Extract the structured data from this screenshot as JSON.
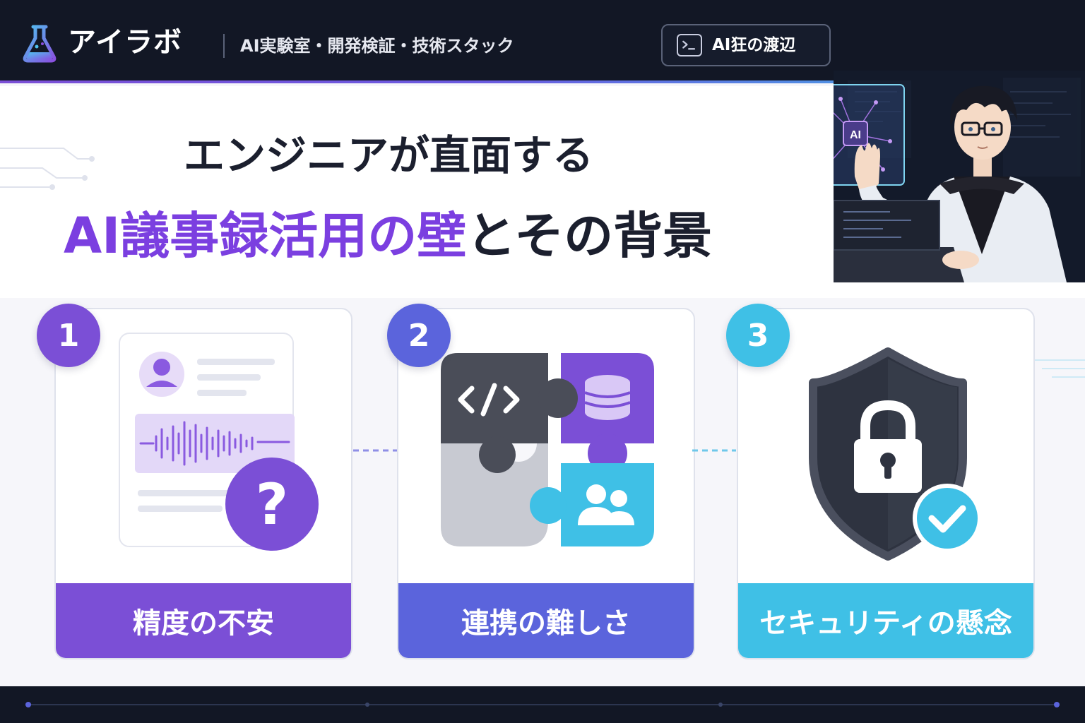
{
  "header": {
    "brand_icon": "flask-icon",
    "brand_name": "アイラボ",
    "tagline": "AI実験室・開発検証・技術スタック",
    "author_icon": "terminal-icon",
    "author_name": "AI狂の渡辺"
  },
  "hero": {
    "title_line1": "エンジニアが直面する",
    "title_line2_highlight": "AI議事録活用の壁",
    "title_line2_rest": "とその背景",
    "illustration_screen_text": "AI"
  },
  "cards": [
    {
      "number": "1",
      "label": "精度の不安",
      "icon": "transcript-question-icon"
    },
    {
      "number": "2",
      "label": "連携の難しさ",
      "icon": "puzzle-integration-icon"
    },
    {
      "number": "3",
      "label": "セキュリティの懸念",
      "icon": "shield-lock-icon"
    }
  ],
  "colors": {
    "purple": "#7b4fd6",
    "indigo": "#5b64dc",
    "cyan": "#3fc0e6",
    "dark": "#121725",
    "title_dark": "#1b1f2e",
    "highlight": "#7b3fe0"
  }
}
